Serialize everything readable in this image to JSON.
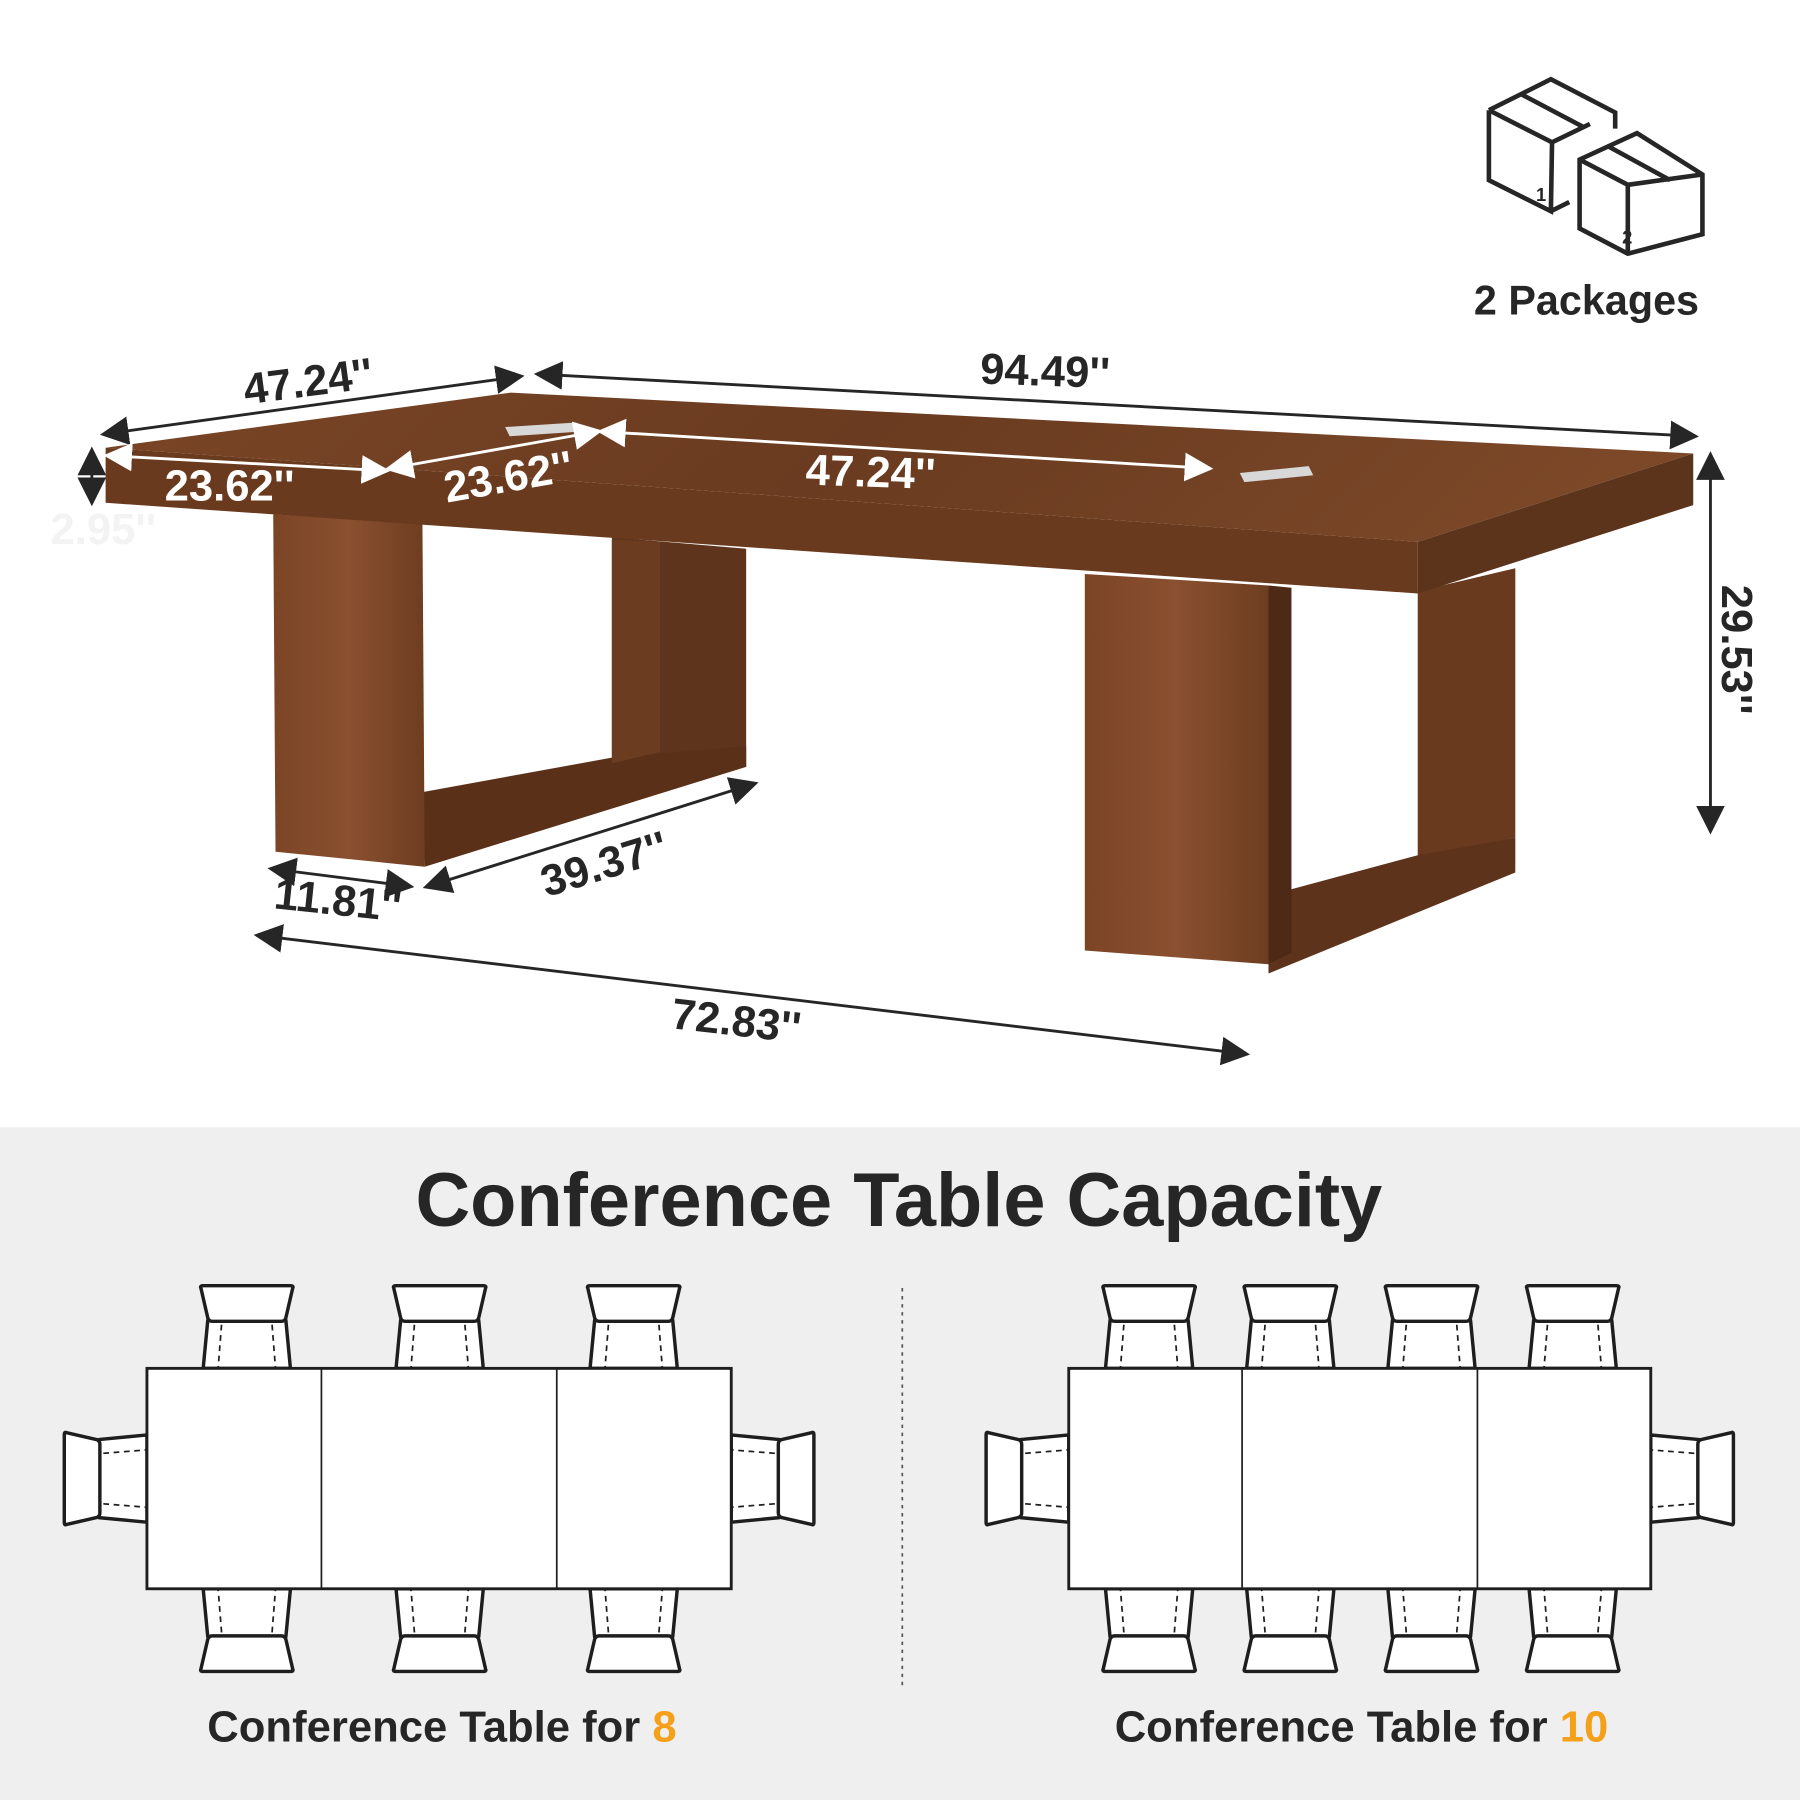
{
  "packages": {
    "label": "2 Packages",
    "box_numbers": [
      "1",
      "2"
    ]
  },
  "dimensions": {
    "top_depth": "47.24''",
    "top_length": "94.49''",
    "segment_left": "23.62''",
    "segment_mid": "23.62''",
    "segment_center": "47.24''",
    "top_thickness": "2.95''",
    "height": "29.53''",
    "leg_width": "11.81''",
    "leg_depth": "39.37''",
    "leg_span": "72.83''"
  },
  "capacity": {
    "title": "Conference Table Capacity",
    "options": [
      {
        "caption": "Conference Table for ",
        "count": "8"
      },
      {
        "caption": "Conference Table for ",
        "count": "10"
      }
    ]
  },
  "colors": {
    "wood": "#6e3f22",
    "wood_dark": "#57301a",
    "accent": "#f5a01a",
    "panel": "#efefef",
    "text": "#262626"
  }
}
